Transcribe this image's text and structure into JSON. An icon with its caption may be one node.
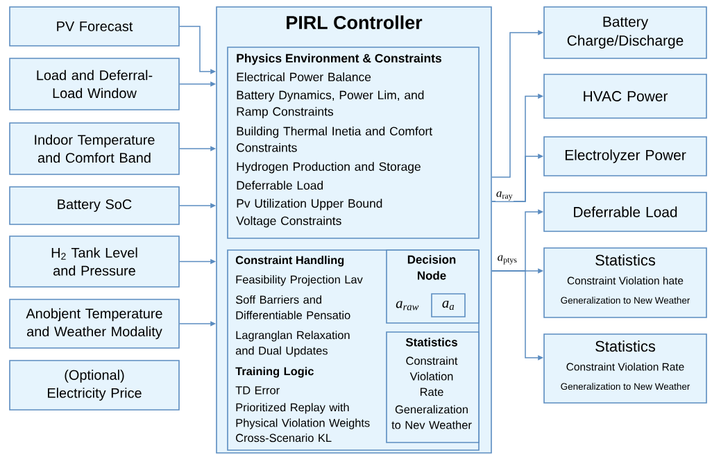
{
  "diagram": {
    "nodes": [
      {
        "text": [
          "PV Forecast"
        ]
      },
      {
        "text": [
          "Load and Deferral-Load Window"
        ]
      },
      {
        "text": [
          "Indoor Temperature and Comfort Band"
        ]
      },
      {
        "text": [
          "Battery SoC"
        ]
      },
      {
        "text": [
          "H$_{2}$ Tank Level and Pressure"
        ]
      },
      {
        "text": [
          "Anobjent Temperature and Weather Modality"
        ]
      },
      {
        "text": [
          "(Optional) Electricity Price"
        ]
      },
      {
        "text": [
          "PIRL Controller"
        ]
      },
      {
        "text": [
          "Physics Environment & Constraints",
          "Electrical Power Balance",
          "Battery Dynamics, Power Lim, and Ramp Constraints",
          "Building Thermal Inetia and Comfort Constraints",
          "Hydrogen Production and Storage",
          "Deferrable Load",
          "Pv Utilization Upper Bound",
          "Voltage Constraints"
        ],
        "in": 7
      },
      {
        "text": [
          "Constraint Handling",
          "Feasibility Projection Lav",
          "Soff Barriers and Differentiable Pensatio",
          "Lagranglan Relaxation and Dual Updates",
          "Training Logic",
          "TD Error",
          "Prioritized Replay with Physical Violation Weights",
          "Cross-Scenario KL"
        ],
        "in": 7
      },
      {
        "text": [
          "Decision Node",
          "a$_{raw}$"
        ],
        "in": 9
      },
      {
        "text": [
          "a$_{a}$"
        ],
        "in": 10
      },
      {
        "text": [
          "Statistics",
          "Constraint Violation Rate",
          "Generalization to Nev Weather"
        ],
        "in": 9
      },
      {
        "text": [
          "Battery Charge/Discharge"
        ]
      },
      {
        "text": [
          "HVAC Power"
        ]
      },
      {
        "text": [
          "Electrolyzer Power"
        ]
      },
      {
        "text": [
          "Deferrable Load"
        ]
      },
      {
        "text": [
          "Statistics",
          "Constraint Violation hate",
          "Generalization to New Weather"
        ]
      },
      {
        "text": [
          "Statistics",
          "Constraint Violation Rate",
          "Generalization to New Weather"
        ]
      }
    ],
    "edges": [
      {
        "from": 0,
        "to": 7,
        "arrow": "to"
      },
      {
        "from": 1,
        "to": 7,
        "arrow": "to"
      },
      {
        "from": 2,
        "to": 7,
        "arrow": "to"
      },
      {
        "from": 3,
        "to": 7,
        "arrow": "to"
      },
      {
        "from": 4,
        "to": 7,
        "arrow": "to"
      },
      {
        "from": 5,
        "to": 7,
        "arrow": "to"
      },
      {
        "from": 7,
        "to": 13,
        "arrow": "to"
      },
      {
        "from": 7,
        "to": 14,
        "arrow": "to"
      },
      {
        "from": 7,
        "to": 15,
        "arrow": "to",
        "label": "*a*$_{ray}$"
      },
      {
        "from": 7,
        "to": 16,
        "arrow": "to"
      },
      {
        "from": 7,
        "to": 17,
        "arrow": "to",
        "label": "*a*$_{ptys}$"
      },
      {
        "from": 7,
        "to": 18,
        "arrow": "to"
      }
    ]
  }
}
